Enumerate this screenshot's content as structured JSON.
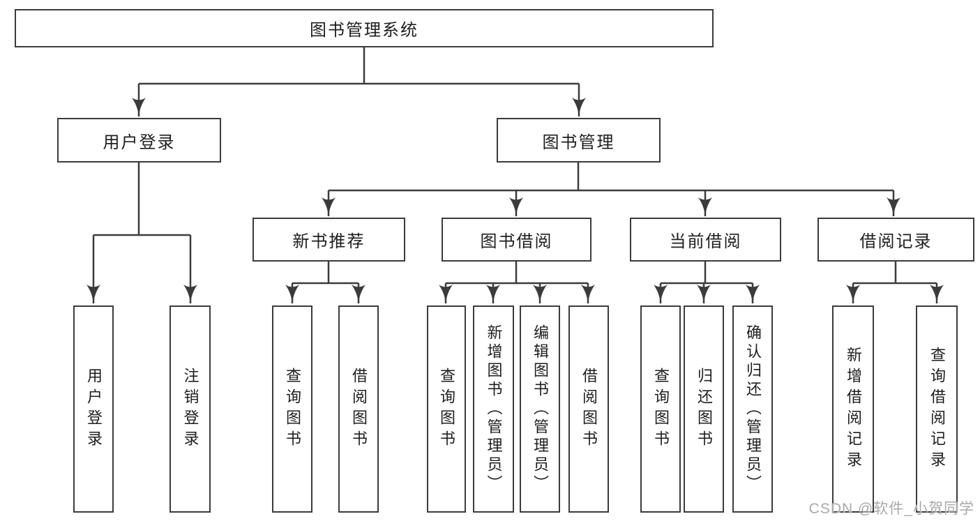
{
  "tree": {
    "label": "图书管理系统",
    "children": [
      {
        "label": "用户登录",
        "children": [
          {
            "label": "用户登录"
          },
          {
            "label": "注销登录"
          }
        ]
      },
      {
        "label": "图书管理",
        "children": [
          {
            "label": "新书推荐",
            "children": [
              {
                "label": "查询图书"
              },
              {
                "label": "借阅图书"
              }
            ]
          },
          {
            "label": "图书借阅",
            "children": [
              {
                "label": "查询图书"
              },
              {
                "label": "新增图书（管理员）"
              },
              {
                "label": "编辑图书（管理员）"
              },
              {
                "label": "借阅图书"
              }
            ]
          },
          {
            "label": "当前借阅",
            "children": [
              {
                "label": "查询图书"
              },
              {
                "label": "归还图书"
              },
              {
                "label": "确认归还（管理员）"
              }
            ]
          },
          {
            "label": "借阅记录",
            "children": [
              {
                "label": "新增借阅记录"
              },
              {
                "label": "查询借阅记录"
              }
            ]
          }
        ]
      }
    ]
  },
  "watermark": {
    "text": "CSDN @软件_小贺同学",
    "color": "#a9a9a9"
  },
  "colors": {
    "line": "#3b3b3b",
    "text": "#1e1e1e",
    "node_background": "#ffffff",
    "page_background": "#ffffff"
  }
}
